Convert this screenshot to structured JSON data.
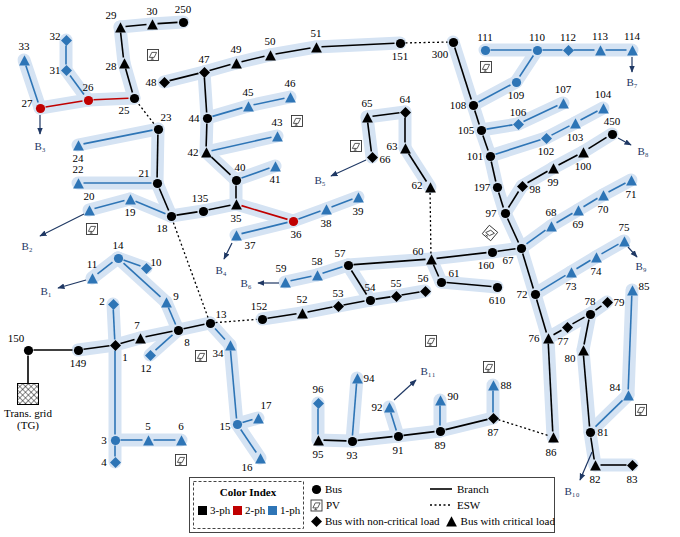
{
  "diagram": {
    "nodes": [
      {
        "text": [
          "Trans. grid (TG)"
        ]
      },
      {
        "text": [
          "150"
        ]
      },
      {
        "text": [
          "149"
        ]
      },
      {
        "text": [
          "1"
        ]
      },
      {
        "text": [
          "7"
        ]
      },
      {
        "text": [
          "8"
        ]
      },
      {
        "text": [
          "13"
        ]
      },
      {
        "text": [
          "152"
        ]
      },
      {
        "text": [
          "52"
        ]
      },
      {
        "text": [
          "53"
        ]
      },
      {
        "text": [
          "54"
        ]
      },
      {
        "text": [
          "55"
        ]
      },
      {
        "text": [
          "56"
        ]
      },
      {
        "text": [
          "57"
        ]
      },
      {
        "text": [
          "58"
        ]
      },
      {
        "text": [
          "59"
        ]
      },
      {
        "text": [
          "60"
        ]
      },
      {
        "text": [
          "61"
        ]
      },
      {
        "text": [
          "610"
        ]
      },
      {
        "text": [
          "160"
        ]
      },
      {
        "text": [
          "67"
        ]
      },
      {
        "text": [
          "2"
        ]
      },
      {
        "text": [
          "3"
        ]
      },
      {
        "text": [
          "4"
        ]
      },
      {
        "text": [
          "5"
        ]
      },
      {
        "text": [
          "6"
        ]
      },
      {
        "text": [
          "12"
        ]
      },
      {
        "text": [
          "9"
        ]
      },
      {
        "text": [
          "14"
        ]
      },
      {
        "text": [
          "10"
        ]
      },
      {
        "text": [
          "11"
        ]
      },
      {
        "text": [
          "34"
        ]
      },
      {
        "text": [
          "15"
        ]
      },
      {
        "text": [
          "16"
        ]
      },
      {
        "text": [
          "17"
        ]
      },
      {
        "text": [
          "18"
        ]
      },
      {
        "text": [
          "19"
        ]
      },
      {
        "text": [
          "20"
        ]
      },
      {
        "text": [
          "21"
        ]
      },
      {
        "text": [
          "22"
        ]
      },
      {
        "text": [
          "23"
        ]
      },
      {
        "text": [
          "24"
        ]
      },
      {
        "text": [
          "25"
        ]
      },
      {
        "text": [
          "26"
        ]
      },
      {
        "text": [
          "27"
        ]
      },
      {
        "text": [
          "31"
        ]
      },
      {
        "text": [
          "32"
        ]
      },
      {
        "text": [
          "33"
        ]
      },
      {
        "text": [
          "28"
        ]
      },
      {
        "text": [
          "29"
        ]
      },
      {
        "text": [
          "30"
        ]
      },
      {
        "text": [
          "250"
        ]
      },
      {
        "text": [
          "47"
        ]
      },
      {
        "text": [
          "48"
        ]
      },
      {
        "text": [
          "49"
        ]
      },
      {
        "text": [
          "50"
        ]
      },
      {
        "text": [
          "51"
        ]
      },
      {
        "text": [
          "151"
        ]
      },
      {
        "text": [
          "300"
        ]
      },
      {
        "text": [
          "44"
        ]
      },
      {
        "text": [
          "45"
        ]
      },
      {
        "text": [
          "46"
        ]
      },
      {
        "text": [
          "42"
        ]
      },
      {
        "text": [
          "43"
        ]
      },
      {
        "text": [
          "40"
        ]
      },
      {
        "text": [
          "41"
        ]
      },
      {
        "text": [
          "135"
        ]
      },
      {
        "text": [
          "35"
        ]
      },
      {
        "text": [
          "36"
        ]
      },
      {
        "text": [
          "37"
        ]
      },
      {
        "text": [
          "38"
        ]
      },
      {
        "text": [
          "39"
        ]
      },
      {
        "text": [
          "62"
        ]
      },
      {
        "text": [
          "63"
        ]
      },
      {
        "text": [
          "64"
        ]
      },
      {
        "text": [
          "65"
        ]
      },
      {
        "text": [
          "66"
        ]
      },
      {
        "text": [
          "108"
        ]
      },
      {
        "text": [
          "105"
        ]
      },
      {
        "text": [
          "101"
        ]
      },
      {
        "text": [
          "197"
        ]
      },
      {
        "text": [
          "97"
        ]
      },
      {
        "text": [
          "111"
        ]
      },
      {
        "text": [
          "110"
        ]
      },
      {
        "text": [
          "109"
        ]
      },
      {
        "text": [
          "112"
        ]
      },
      {
        "text": [
          "113"
        ]
      },
      {
        "text": [
          "114"
        ]
      },
      {
        "text": [
          "106"
        ]
      },
      {
        "text": [
          "107"
        ]
      },
      {
        "text": [
          "102"
        ]
      },
      {
        "text": [
          "103"
        ]
      },
      {
        "text": [
          "104"
        ]
      },
      {
        "text": [
          "98"
        ]
      },
      {
        "text": [
          "99"
        ]
      },
      {
        "text": [
          "100"
        ]
      },
      {
        "text": [
          "450"
        ]
      },
      {
        "text": [
          "68"
        ]
      },
      {
        "text": [
          "69"
        ]
      },
      {
        "text": [
          "70"
        ]
      },
      {
        "text": [
          "71"
        ]
      },
      {
        "text": [
          "72"
        ]
      },
      {
        "text": [
          "73"
        ]
      },
      {
        "text": [
          "74"
        ]
      },
      {
        "text": [
          "75"
        ]
      },
      {
        "text": [
          "76"
        ]
      },
      {
        "text": [
          "77"
        ]
      },
      {
        "text": [
          "78"
        ]
      },
      {
        "text": [
          "79"
        ]
      },
      {
        "text": [
          "80"
        ]
      },
      {
        "text": [
          "81"
        ]
      },
      {
        "text": [
          "82"
        ]
      },
      {
        "text": [
          "83"
        ]
      },
      {
        "text": [
          "84"
        ]
      },
      {
        "text": [
          "85"
        ]
      },
      {
        "text": [
          "86"
        ]
      },
      {
        "text": [
          "87"
        ]
      },
      {
        "text": [
          "88"
        ]
      },
      {
        "text": [
          "89"
        ]
      },
      {
        "text": [
          "90"
        ]
      },
      {
        "text": [
          "91"
        ]
      },
      {
        "text": [
          "92"
        ]
      },
      {
        "text": [
          "93"
        ]
      },
      {
        "text": [
          "94"
        ]
      },
      {
        "text": [
          "95"
        ]
      },
      {
        "text": [
          "96"
        ]
      }
    ],
    "edges": [
      {
        "from": 0,
        "to": 1,
        "arrow": "none"
      },
      {
        "from": 1,
        "to": 2,
        "arrow": "none"
      },
      {
        "from": 2,
        "to": 3,
        "arrow": "none"
      },
      {
        "from": 3,
        "to": 4,
        "arrow": "none"
      },
      {
        "from": 4,
        "to": 5,
        "arrow": "none"
      },
      {
        "from": 5,
        "to": 6,
        "arrow": "none"
      },
      {
        "from": 6,
        "to": 7,
        "arrow": "none"
      },
      {
        "from": 7,
        "to": 8,
        "arrow": "none"
      },
      {
        "from": 8,
        "to": 9,
        "arrow": "none"
      },
      {
        "from": 9,
        "to": 10,
        "arrow": "none"
      },
      {
        "from": 10,
        "to": 11,
        "arrow": "none"
      },
      {
        "from": 11,
        "to": 12,
        "arrow": "none"
      },
      {
        "from": 10,
        "to": 13,
        "arrow": "none"
      },
      {
        "from": 13,
        "to": 14,
        "arrow": "none"
      },
      {
        "from": 14,
        "to": 15,
        "arrow": "none"
      },
      {
        "from": 13,
        "to": 16,
        "arrow": "none"
      },
      {
        "from": 16,
        "to": 17,
        "arrow": "none"
      },
      {
        "from": 17,
        "to": 18,
        "arrow": "none"
      },
      {
        "from": 16,
        "to": 19,
        "arrow": "none"
      },
      {
        "from": 19,
        "to": 20,
        "arrow": "none"
      },
      {
        "from": 16,
        "to": 72,
        "arrow": "none"
      },
      {
        "from": 72,
        "to": 73,
        "arrow": "none"
      },
      {
        "from": 73,
        "to": 74,
        "arrow": "none"
      },
      {
        "from": 74,
        "to": 75,
        "arrow": "none"
      },
      {
        "from": 75,
        "to": 76,
        "arrow": "none"
      },
      {
        "from": 3,
        "to": 21,
        "arrow": "none"
      },
      {
        "from": 3,
        "to": 22,
        "arrow": "none"
      },
      {
        "from": 22,
        "to": 23,
        "arrow": "none"
      },
      {
        "from": 22,
        "to": 24,
        "arrow": "none"
      },
      {
        "from": 24,
        "to": 25,
        "arrow": "none"
      },
      {
        "from": 5,
        "to": 26,
        "arrow": "none"
      },
      {
        "from": 5,
        "to": 27,
        "arrow": "none"
      },
      {
        "from": 27,
        "to": 28,
        "arrow": "none"
      },
      {
        "from": 28,
        "to": 29,
        "arrow": "none"
      },
      {
        "from": 28,
        "to": 30,
        "arrow": "none"
      },
      {
        "from": 6,
        "to": 31,
        "arrow": "none"
      },
      {
        "from": 31,
        "to": 32,
        "arrow": "none"
      },
      {
        "from": 32,
        "to": 33,
        "arrow": "none"
      },
      {
        "from": 32,
        "to": 34,
        "arrow": "none"
      },
      {
        "from": 6,
        "to": 35,
        "arrow": "none"
      },
      {
        "from": 35,
        "to": 36,
        "arrow": "none"
      },
      {
        "from": 36,
        "to": 37,
        "arrow": "none"
      },
      {
        "from": 35,
        "to": 38,
        "arrow": "none"
      },
      {
        "from": 38,
        "to": 39,
        "arrow": "none"
      },
      {
        "from": 38,
        "to": 40,
        "arrow": "none"
      },
      {
        "from": 40,
        "to": 41,
        "arrow": "none"
      },
      {
        "from": 40,
        "to": 42,
        "arrow": "none"
      },
      {
        "from": 42,
        "to": 43,
        "arrow": "none"
      },
      {
        "from": 43,
        "to": 44,
        "arrow": "none"
      },
      {
        "from": 43,
        "to": 45,
        "arrow": "none"
      },
      {
        "from": 45,
        "to": 46,
        "arrow": "none"
      },
      {
        "from": 44,
        "to": 47,
        "arrow": "none"
      },
      {
        "from": 42,
        "to": 48,
        "arrow": "none"
      },
      {
        "from": 48,
        "to": 49,
        "arrow": "none"
      },
      {
        "from": 49,
        "to": 50,
        "arrow": "none"
      },
      {
        "from": 50,
        "to": 51,
        "arrow": "none"
      },
      {
        "from": 35,
        "to": 66,
        "arrow": "none"
      },
      {
        "from": 66,
        "to": 67,
        "arrow": "none"
      },
      {
        "from": 67,
        "to": 68,
        "arrow": "none"
      },
      {
        "from": 68,
        "to": 69,
        "arrow": "none"
      },
      {
        "from": 68,
        "to": 70,
        "arrow": "none"
      },
      {
        "from": 70,
        "to": 71,
        "arrow": "none"
      },
      {
        "from": 67,
        "to": 64,
        "arrow": "none"
      },
      {
        "from": 64,
        "to": 65,
        "arrow": "none"
      },
      {
        "from": 64,
        "to": 62,
        "arrow": "none"
      },
      {
        "from": 62,
        "to": 63,
        "arrow": "none"
      },
      {
        "from": 62,
        "to": 59,
        "arrow": "none"
      },
      {
        "from": 59,
        "to": 60,
        "arrow": "none"
      },
      {
        "from": 60,
        "to": 61,
        "arrow": "none"
      },
      {
        "from": 59,
        "to": 52,
        "arrow": "none"
      },
      {
        "from": 52,
        "to": 53,
        "arrow": "none"
      },
      {
        "from": 52,
        "to": 54,
        "arrow": "none"
      },
      {
        "from": 54,
        "to": 55,
        "arrow": "none"
      },
      {
        "from": 55,
        "to": 56,
        "arrow": "none"
      },
      {
        "from": 56,
        "to": 57,
        "arrow": "none"
      },
      {
        "from": 57,
        "to": 58,
        "arrow": "none"
      },
      {
        "from": 58,
        "to": 77,
        "arrow": "none"
      },
      {
        "from": 77,
        "to": 78,
        "arrow": "none"
      },
      {
        "from": 77,
        "to": 84,
        "arrow": "none"
      },
      {
        "from": 84,
        "to": 83,
        "arrow": "none"
      },
      {
        "from": 83,
        "to": 82,
        "arrow": "none"
      },
      {
        "from": 83,
        "to": 85,
        "arrow": "none"
      },
      {
        "from": 85,
        "to": 86,
        "arrow": "none"
      },
      {
        "from": 86,
        "to": 87,
        "arrow": "none"
      },
      {
        "from": 78,
        "to": 88,
        "arrow": "none"
      },
      {
        "from": 88,
        "to": 89,
        "arrow": "none"
      },
      {
        "from": 79,
        "to": 78,
        "arrow": "none"
      },
      {
        "from": 79,
        "to": 90,
        "arrow": "none"
      },
      {
        "from": 90,
        "to": 91,
        "arrow": "none"
      },
      {
        "from": 91,
        "to": 92,
        "arrow": "none"
      },
      {
        "from": 80,
        "to": 79,
        "arrow": "none"
      },
      {
        "from": 81,
        "to": 80,
        "arrow": "none"
      },
      {
        "from": 20,
        "to": 81,
        "arrow": "none"
      },
      {
        "from": 81,
        "to": 93,
        "arrow": "none"
      },
      {
        "from": 93,
        "to": 94,
        "arrow": "none"
      },
      {
        "from": 94,
        "to": 95,
        "arrow": "none"
      },
      {
        "from": 95,
        "to": 96,
        "arrow": "none"
      },
      {
        "from": 20,
        "to": 97,
        "arrow": "none"
      },
      {
        "from": 97,
        "to": 98,
        "arrow": "none"
      },
      {
        "from": 98,
        "to": 99,
        "arrow": "none"
      },
      {
        "from": 99,
        "to": 100,
        "arrow": "none"
      },
      {
        "from": 20,
        "to": 101,
        "arrow": "none"
      },
      {
        "from": 101,
        "to": 102,
        "arrow": "none"
      },
      {
        "from": 102,
        "to": 103,
        "arrow": "none"
      },
      {
        "from": 103,
        "to": 104,
        "arrow": "none"
      },
      {
        "from": 101,
        "to": 105,
        "arrow": "none"
      },
      {
        "from": 105,
        "to": 106,
        "arrow": "none"
      },
      {
        "from": 106,
        "to": 107,
        "arrow": "none"
      },
      {
        "from": 107,
        "to": 108,
        "arrow": "none"
      },
      {
        "from": 107,
        "to": 109,
        "arrow": "none"
      },
      {
        "from": 109,
        "to": 110,
        "arrow": "none"
      },
      {
        "from": 110,
        "to": 111,
        "arrow": "none"
      },
      {
        "from": 111,
        "to": 112,
        "arrow": "none"
      },
      {
        "from": 110,
        "to": 113,
        "arrow": "none"
      },
      {
        "from": 113,
        "to": 114,
        "arrow": "none"
      },
      {
        "from": 105,
        "to": 115,
        "arrow": "none"
      },
      {
        "from": 115,
        "to": 116,
        "arrow": "none"
      },
      {
        "from": 116,
        "to": 117,
        "arrow": "none"
      },
      {
        "from": 116,
        "to": 118,
        "arrow": "none"
      },
      {
        "from": 118,
        "to": 119,
        "arrow": "none"
      },
      {
        "from": 118,
        "to": 120,
        "arrow": "none"
      },
      {
        "from": 120,
        "to": 121,
        "arrow": "none"
      },
      {
        "from": 120,
        "to": 122,
        "arrow": "none"
      },
      {
        "from": 122,
        "to": 123,
        "arrow": "none"
      },
      {
        "from": 122,
        "to": 124,
        "arrow": "none"
      },
      {
        "from": 124,
        "to": 125,
        "arrow": "none"
      }
    ],
    "labels": [
      "Color Index",
      "B₁",
      "B₂",
      "B₃",
      "B₄",
      "B₅",
      "B₆",
      "B₇",
      "B₈",
      "B₉",
      "B₁₀",
      "B₁₁"
    ],
    "legend": [
      {
        "text": "3-ph",
        "color": "#000000"
      },
      {
        "text": "2-ph",
        "color": "#c00000"
      },
      {
        "text": "1-ph",
        "color": "#2e75b6"
      },
      {
        "text": "Bus"
      },
      {
        "text": "Branch"
      },
      {
        "text": "PV"
      },
      {
        "text": "ESW"
      },
      {
        "text": "Bus with non-critical load"
      },
      {
        "text": "Bus with critical load"
      }
    ]
  }
}
